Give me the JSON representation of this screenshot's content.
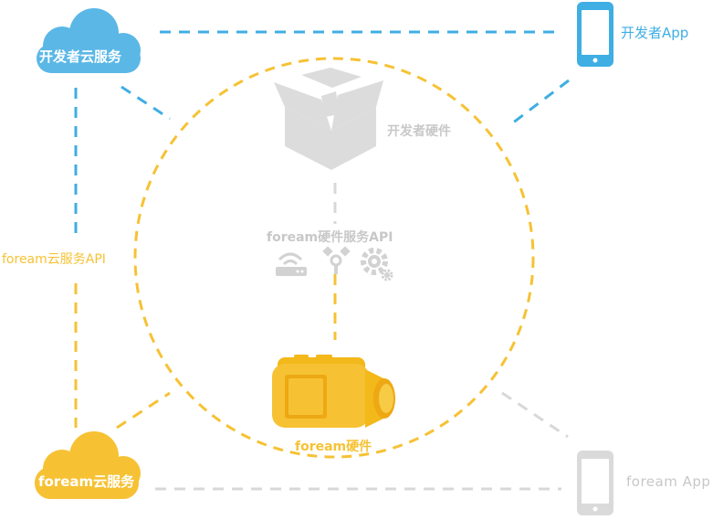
{
  "labels": {
    "developer_cloud": "开发者云服务",
    "developer_app": "开发者App",
    "developer_hardware": "开发者硬件",
    "hardware_service_api": "foream硬件服务API",
    "cloud_service_api": "foream云服务API",
    "foream_hardware": "foream硬件",
    "foream_cloud": "foream云服务",
    "foream_app": "foream App"
  },
  "icons": {
    "developer_cloud": "cloud-icon",
    "foream_cloud": "cloud-icon",
    "developer_app": "smartphone-icon",
    "foream_app": "smartphone-icon",
    "developer_hardware": "open-box-icon",
    "router": "router-icon",
    "satellite": "satellite-icon",
    "settings": "gear-icon",
    "camera": "action-camera-icon"
  },
  "colors": {
    "blue": "#3faee3",
    "yellow": "#f6c234",
    "gray": "#d8d8d8"
  }
}
